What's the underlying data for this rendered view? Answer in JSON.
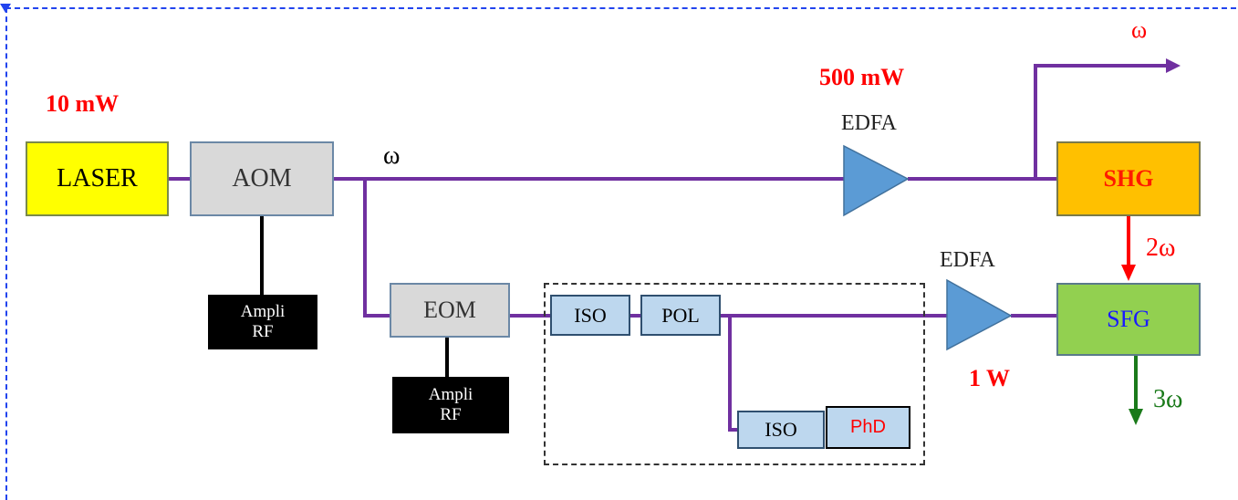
{
  "power_labels": {
    "laser_power": "10 mW",
    "edfa_top_power": "500 mW",
    "edfa_bottom_power": "1 W"
  },
  "labels": {
    "omega_branch": "ω",
    "omega_output": "ω",
    "two_omega": "2ω",
    "three_omega": "3ω",
    "edfa_top": "EDFA",
    "edfa_bottom": "EDFA"
  },
  "boxes": {
    "laser": "LASER",
    "aom": "AOM",
    "eom": "EOM",
    "ampli_rf_1": [
      "Ampli",
      "RF"
    ],
    "ampli_rf_2": [
      "Ampli",
      "RF"
    ],
    "iso_1": "ISO",
    "pol": "POL",
    "iso_2": "ISO",
    "phd": "PhD",
    "shg": "SHG",
    "sfg": "SFG"
  },
  "colors": {
    "fiber": "#7030a0",
    "laser": "#ffff00",
    "shg": "#ffc000",
    "sfg": "#92d050",
    "edfa": "#5b9bd5",
    "two_omega_arrow": "#ff0000",
    "three_omega_arrow": "#1a7a1a"
  }
}
